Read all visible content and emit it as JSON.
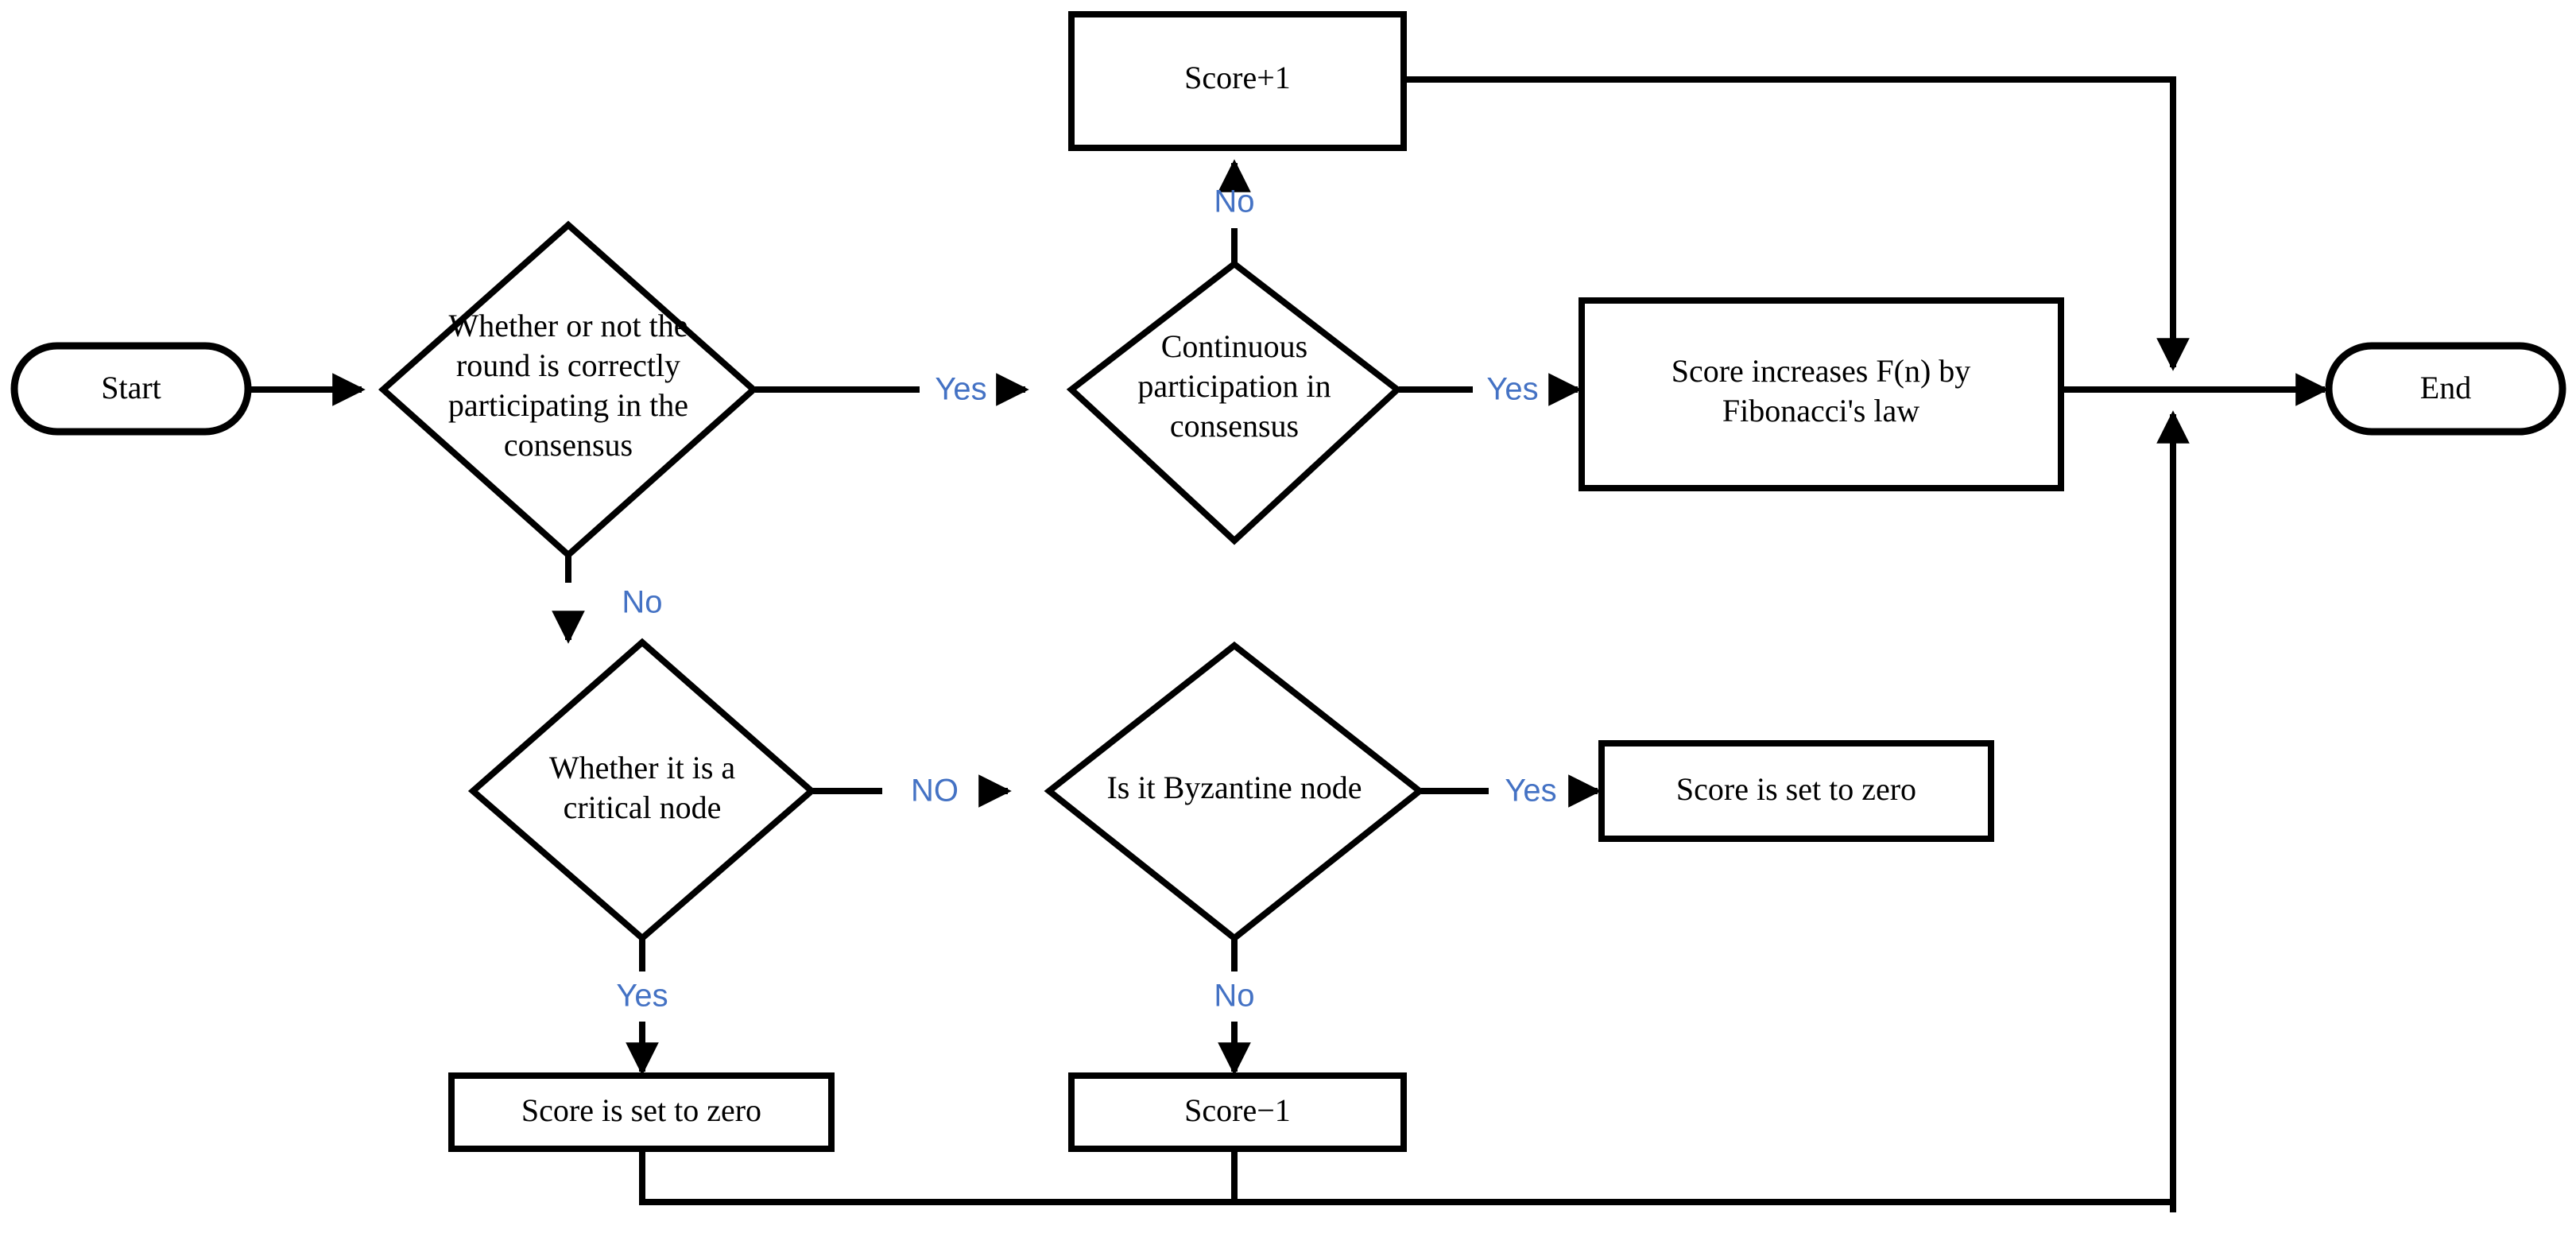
{
  "diagram": {
    "title": "Node score adjustment flowchart",
    "type": "flowchart",
    "colors": {
      "stroke": "#000000",
      "fill": "#ffffff",
      "edge_label": "#4472C4",
      "background": "#ffffff"
    },
    "nodes": {
      "start": {
        "label": "Start",
        "shape": "terminator"
      },
      "d_correct": {
        "label_lines": [
          "Whether or not the",
          "round is correctly",
          "participating in the",
          "consensus"
        ],
        "shape": "decision"
      },
      "d_continuous": {
        "label_lines": [
          "Continuous",
          "participation in",
          "consensus"
        ],
        "shape": "decision"
      },
      "score_plus_1": {
        "label": "Score+1",
        "shape": "process"
      },
      "fibonacci": {
        "label_lines": [
          "Score increases F(n) by",
          "Fibonacci's law"
        ],
        "shape": "process"
      },
      "end": {
        "label": "End",
        "shape": "terminator"
      },
      "d_critical": {
        "label_lines": [
          "Whether it is a",
          "critical node"
        ],
        "shape": "decision"
      },
      "d_byzantine": {
        "label": "Is it Byzantine node",
        "shape": "decision"
      },
      "zero_right": {
        "label": "Score is set to zero",
        "shape": "process"
      },
      "zero_bottom": {
        "label": "Score is set to zero",
        "shape": "process"
      },
      "score_minus_1": {
        "label": "Score−1",
        "shape": "process"
      }
    },
    "edge_labels": {
      "correct_yes": "Yes",
      "correct_no": "No",
      "continuous_no": "No",
      "continuous_yes": "Yes",
      "critical_no": "NO",
      "critical_yes": "Yes",
      "byzantine_yes": "Yes",
      "byzantine_no": "No"
    }
  }
}
